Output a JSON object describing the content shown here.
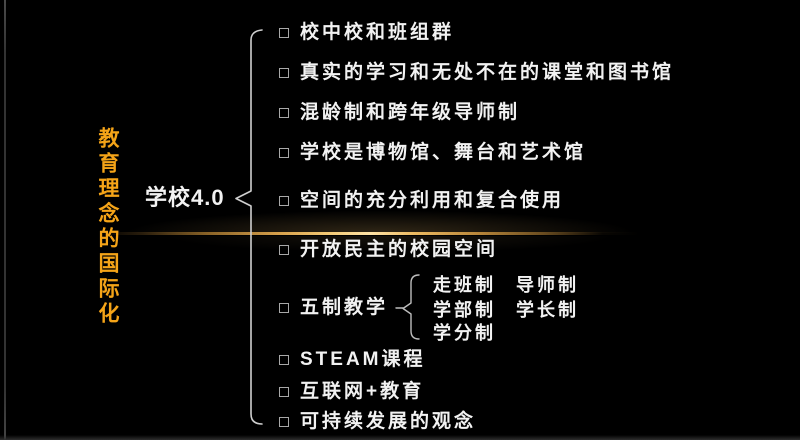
{
  "slide": {
    "vertical_title": "教育理念的国际化",
    "node_label": "学校4.0",
    "items": [
      {
        "label": "校中校和班组群"
      },
      {
        "label": "真实的学习和无处不在的课堂和图书馆"
      },
      {
        "label": "混龄制和跨年级导师制"
      },
      {
        "label": "学校是博物馆、舞台和艺术馆"
      },
      {
        "label": "空间的充分利用和复合使用"
      },
      {
        "label": "开放民主的校园空间"
      },
      {
        "label": "五制教学"
      },
      {
        "label": "STEAM课程"
      },
      {
        "label": "互联网+教育"
      },
      {
        "label": "可持续发展的观念"
      }
    ],
    "sub_items": {
      "parent": "五制教学",
      "col1": [
        "走班制",
        "学部制",
        "学分制"
      ],
      "col2": [
        "导师制",
        "学长制"
      ]
    },
    "colors": {
      "background": "#000000",
      "accent_orange": "#F5A418",
      "text_white": "#F2F2F2",
      "divider_gold": "#FFE3A6",
      "brace_gray": "#CFCFCF"
    }
  }
}
